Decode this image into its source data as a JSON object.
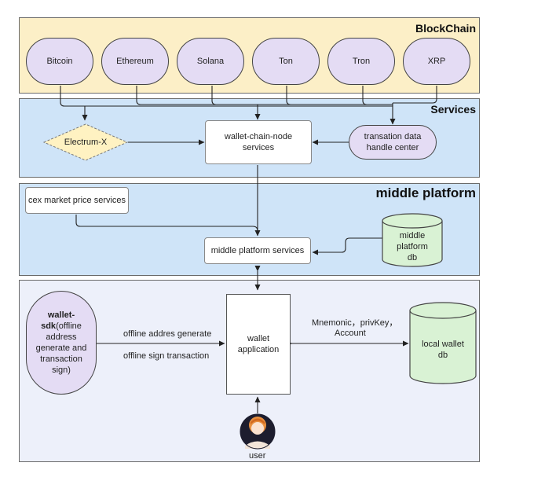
{
  "layers": {
    "blockchain": "BlockChain",
    "services": "Services",
    "middle_platform": "middle platform"
  },
  "chains": [
    "Bitcoin",
    "Ethereum",
    "Solana",
    "Ton",
    "Tron",
    "XRP"
  ],
  "services": {
    "electrum": "Electrum-X",
    "wallet_chain_node": [
      "wallet-chain-node",
      "services"
    ],
    "transaction_center": [
      "transation data",
      "handle center"
    ]
  },
  "middle": {
    "cex": "cex market price services",
    "platform_services": "middle platform services",
    "db": [
      "middle",
      "platform",
      "db"
    ]
  },
  "app": {
    "sdk_bold": [
      "wallet-",
      "sdk"
    ],
    "sdk_rest": [
      "(offline",
      "address",
      "generate and",
      "transaction",
      "sign)"
    ],
    "offline_address": "offline addres generate",
    "offline_sign": "offline sign transaction",
    "wallet_app": [
      "wallet",
      "application"
    ],
    "mnemonic": "Mnemonic，privKey，",
    "account": "Account",
    "local_db": [
      "local wallet",
      "db"
    ],
    "user": "user"
  },
  "colors": {
    "blockchain_bg": "#fcefc7",
    "services_bg": "#cfe4f8",
    "app_bg": "#edf0fa",
    "chain_fill": "#e4dcf4",
    "db_fill": "#d9f2d4",
    "electrum_fill": "#fff2c2"
  }
}
